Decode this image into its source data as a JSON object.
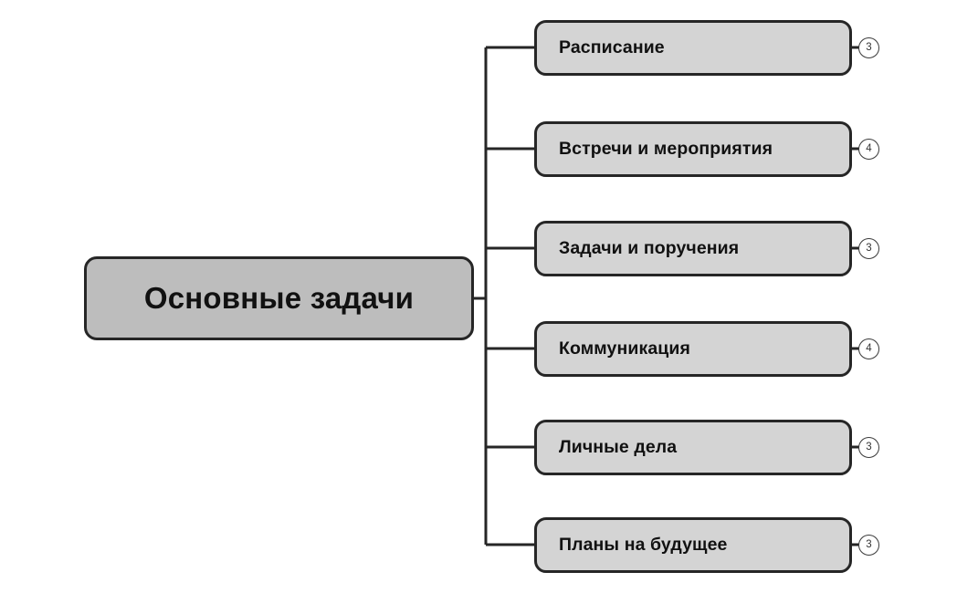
{
  "diagram": {
    "type": "mind-map",
    "orientation": "left-to-right",
    "background_color": "#ffffff",
    "root": {
      "label": "Основные задачи",
      "fill_color": "#bdbdbd",
      "border_color": "#262626"
    },
    "branch_color": "#262626",
    "children": [
      {
        "label": "Расписание",
        "badge": "3",
        "fill_color": "#d4d4d4"
      },
      {
        "label": "Встречи и мероприятия",
        "badge": "4",
        "fill_color": "#d4d4d4"
      },
      {
        "label": "Задачи и поручения",
        "badge": "3",
        "fill_color": "#d4d4d4"
      },
      {
        "label": "Коммуникация",
        "badge": "4",
        "fill_color": "#d4d4d4"
      },
      {
        "label": "Личные дела",
        "badge": "3",
        "fill_color": "#d4d4d4"
      },
      {
        "label": "Планы на будущее",
        "badge": "3",
        "fill_color": "#d4d4d4"
      }
    ]
  }
}
